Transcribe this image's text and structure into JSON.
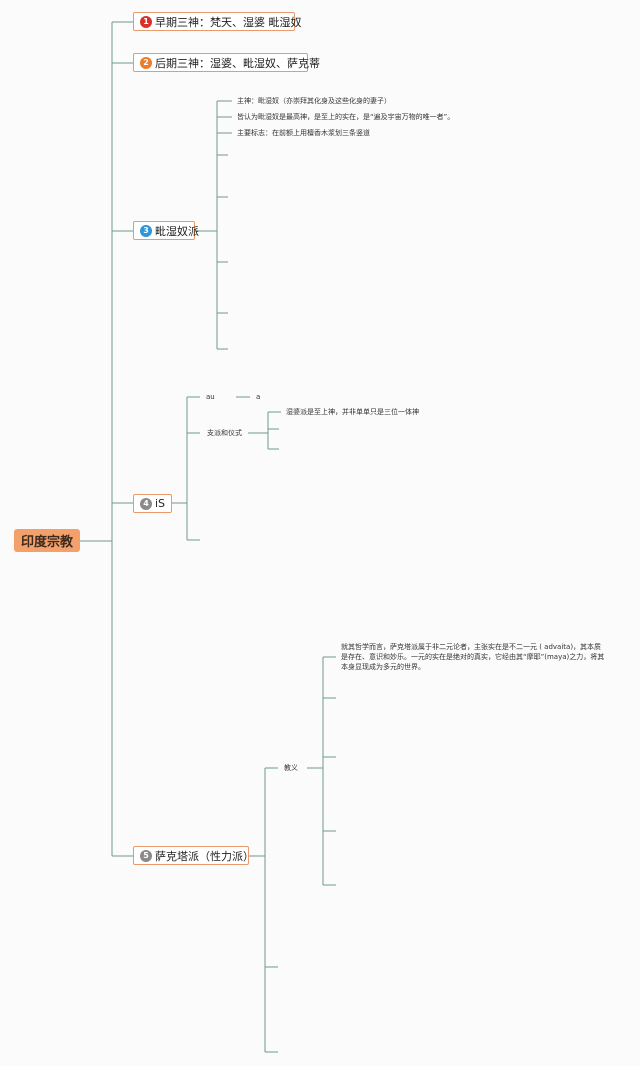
{
  "root": {
    "label": "印度宗教"
  },
  "branches": [
    {
      "num": "1",
      "color": "#d9312a",
      "label": "早期三神：梵天、湿婆 毗湿奴"
    },
    {
      "num": "2",
      "color": "#ec7b2a",
      "label": "后期三神：湿婆、毗湿奴、萨克蒂"
    },
    {
      "num": "3",
      "color": "#2d95d8",
      "label": "毗湿奴派"
    },
    {
      "num": "4",
      "color": "#8a8a8a",
      "label": "iS"
    },
    {
      "num": "5",
      "color": "#8a8a8a",
      "label": "萨克塔派（性力派）"
    }
  ],
  "vishnu": {
    "items": [
      "主神：毗湿奴（亦崇拜其化身及这些化身的妻子）",
      "皆认为毗湿奴是最高神，是至上的实在，是“遍及宇宙万物的唯一者”。",
      "主要标志：在前额上用檀香木浆划三条竖道"
    ]
  },
  "shiva": {
    "fragment_left": "au",
    "fragment_right": "a",
    "sub_label": "支派和仪式",
    "sub_item": "湿婆派是至上神，并非单单只是三位一体神"
  },
  "shakta": {
    "doctrine_label": "教义",
    "doctrine_text": "就其哲学而言，萨克塔派属于非二元论者，主张实在是不二一元 ( advaita)，其本质是存在、意识和妙乐。一元的实在是绝对的真实，它经由其“摩耶”(maya)之力，将其本身显现成为多元的世界。"
  },
  "colors": {
    "line": "#6f9a86",
    "node_border": "#e89a6c",
    "root_fill": "#f4a06a"
  }
}
